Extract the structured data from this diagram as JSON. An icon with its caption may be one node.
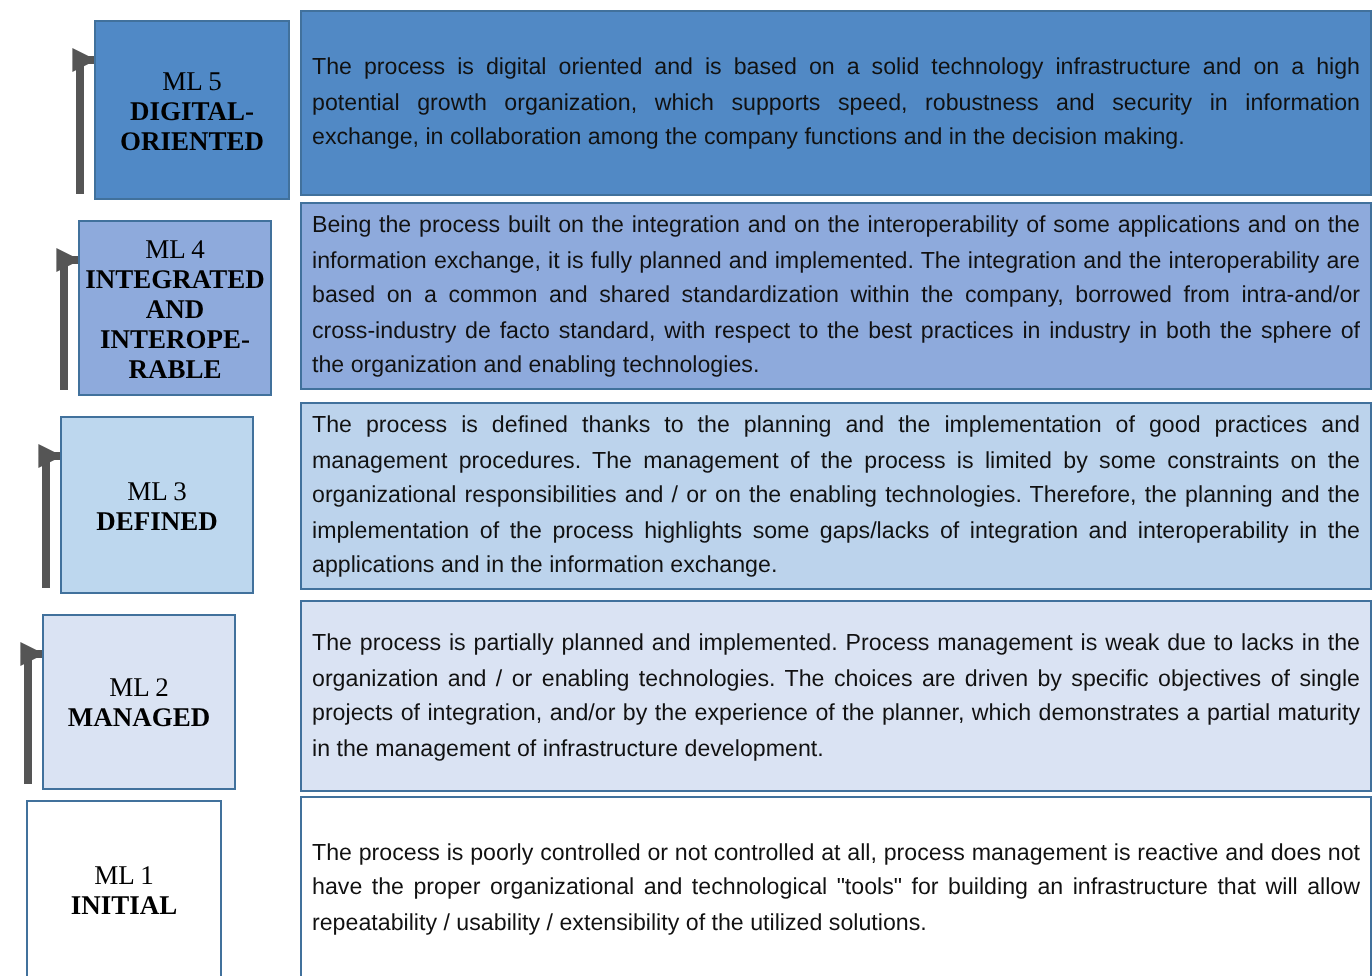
{
  "diagram": {
    "nodes": [
      {
        "text": [
          "ML 5",
          "DIGITAL-ORIENTED"
        ]
      },
      {
        "text": [
          "The process is digital oriented and is based on a solid technology infrastructure and on a high potential growth organization, which supports speed, robustness and security in information exchange, in collaboration among the company functions and in the decision making."
        ]
      },
      {
        "text": [
          "ML 4",
          "INTEGRATED AND INTEROPE-RABLE"
        ]
      },
      {
        "text": [
          "Being the process built on the integration and on the interoperability of some applications and on the information exchange, it is fully planned and implemented. The integration and the interoperability are based on a common and shared standardization within the company, borrowed from intra-and/or cross-industry de facto standard, with respect to the best practices in industry in both the sphere of the organization and enabling technologies."
        ]
      },
      {
        "text": [
          "ML 3",
          "DEFINED"
        ]
      },
      {
        "text": [
          "The process is defined thanks to the planning and the implementation of good practices and management procedures. The management of the process is limited by some constraints on the organizational responsibilities and / or on the enabling technologies. Therefore, the planning and the implementation of the process highlights some gaps/lacks of integration and interoperability in the applications and in the information exchange."
        ]
      },
      {
        "text": [
          "ML 2",
          "MANAGED"
        ]
      },
      {
        "text": [
          "The process is partially planned and implemented. Process management is weak due to lacks in the organization and / or enabling technologies. The choices are driven by specific objectives of single projects of integration, and/or by the experience of the planner, which demonstrates a partial maturity in the management of infrastructure development."
        ]
      },
      {
        "text": [
          "ML 1",
          "INITIAL"
        ]
      },
      {
        "text": [
          "The process is poorly controlled or not controlled at all, process management is reactive and does not have the proper organizational and technological \"tools\" for building an infrastructure that will allow repeatability / usability / extensibility of the utilized solutions."
        ]
      }
    ],
    "edges": [
      {
        "from": null,
        "to": 0,
        "arrow": "to"
      },
      {
        "from": null,
        "to": 2,
        "arrow": "to"
      },
      {
        "from": null,
        "to": 4,
        "arrow": "to"
      },
      {
        "from": null,
        "to": 6,
        "arrow": "to"
      }
    ]
  }
}
